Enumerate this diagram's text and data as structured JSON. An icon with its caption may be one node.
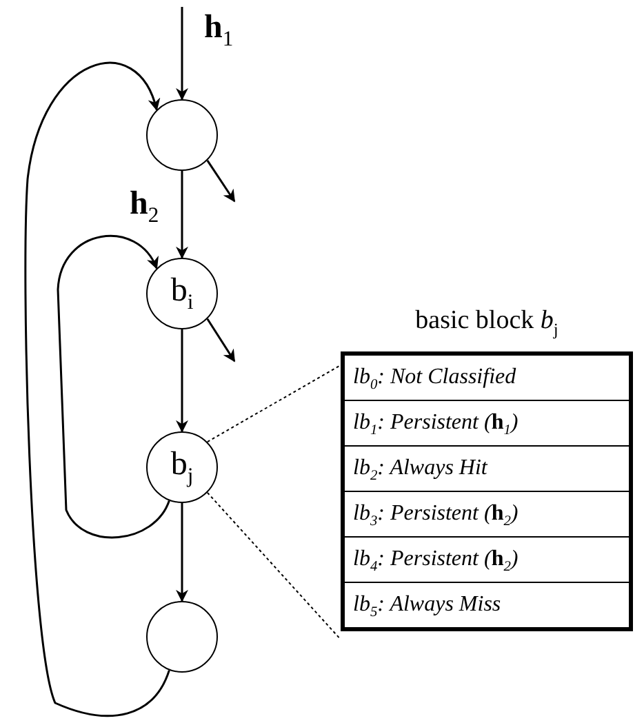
{
  "diagram": {
    "nodes": [
      {
        "text": [],
        "shape": "circle"
      },
      {
        "text": [
          "b$_{i}$"
        ]
      },
      {
        "text": [
          "b$_{j}$"
        ]
      },
      {
        "text": [],
        "shape": "circle"
      },
      {
        "text": [
          "basic block *b*$_{j}$",
          "lb$_{0}$: Not Classified",
          "lb$_{1}$: Persistent (**h**$_{1}$)",
          "lb$_{2}$: Always Hit",
          "lb$_{3}$: Persistent (**h**$_{2}$)",
          "lb$_{4}$: Persistent (**h**$_{2}$)",
          "lb$_{5}$: Always Miss"
        ]
      }
    ],
    "edges": [
      {
        "from": null,
        "to": 0,
        "arrow": "to",
        "label": "**h**$_{1}$"
      },
      {
        "from": 0,
        "to": null,
        "arrow": "to"
      },
      {
        "from": 0,
        "to": 1,
        "arrow": "to",
        "label": "**h**$_{2}$"
      },
      {
        "from": 1,
        "to": null,
        "arrow": "to"
      },
      {
        "from": 1,
        "to": 2,
        "arrow": "to"
      },
      {
        "from": 2,
        "to": 1,
        "arrow": "to"
      },
      {
        "from": 2,
        "to": 3,
        "arrow": "to"
      },
      {
        "from": 3,
        "to": 0,
        "arrow": "to"
      },
      {
        "from": 2,
        "to": 4,
        "arrow": "none",
        "style": "dashed"
      },
      {
        "from": 2,
        "to": 4,
        "arrow": "none",
        "style": "dashed"
      }
    ]
  }
}
